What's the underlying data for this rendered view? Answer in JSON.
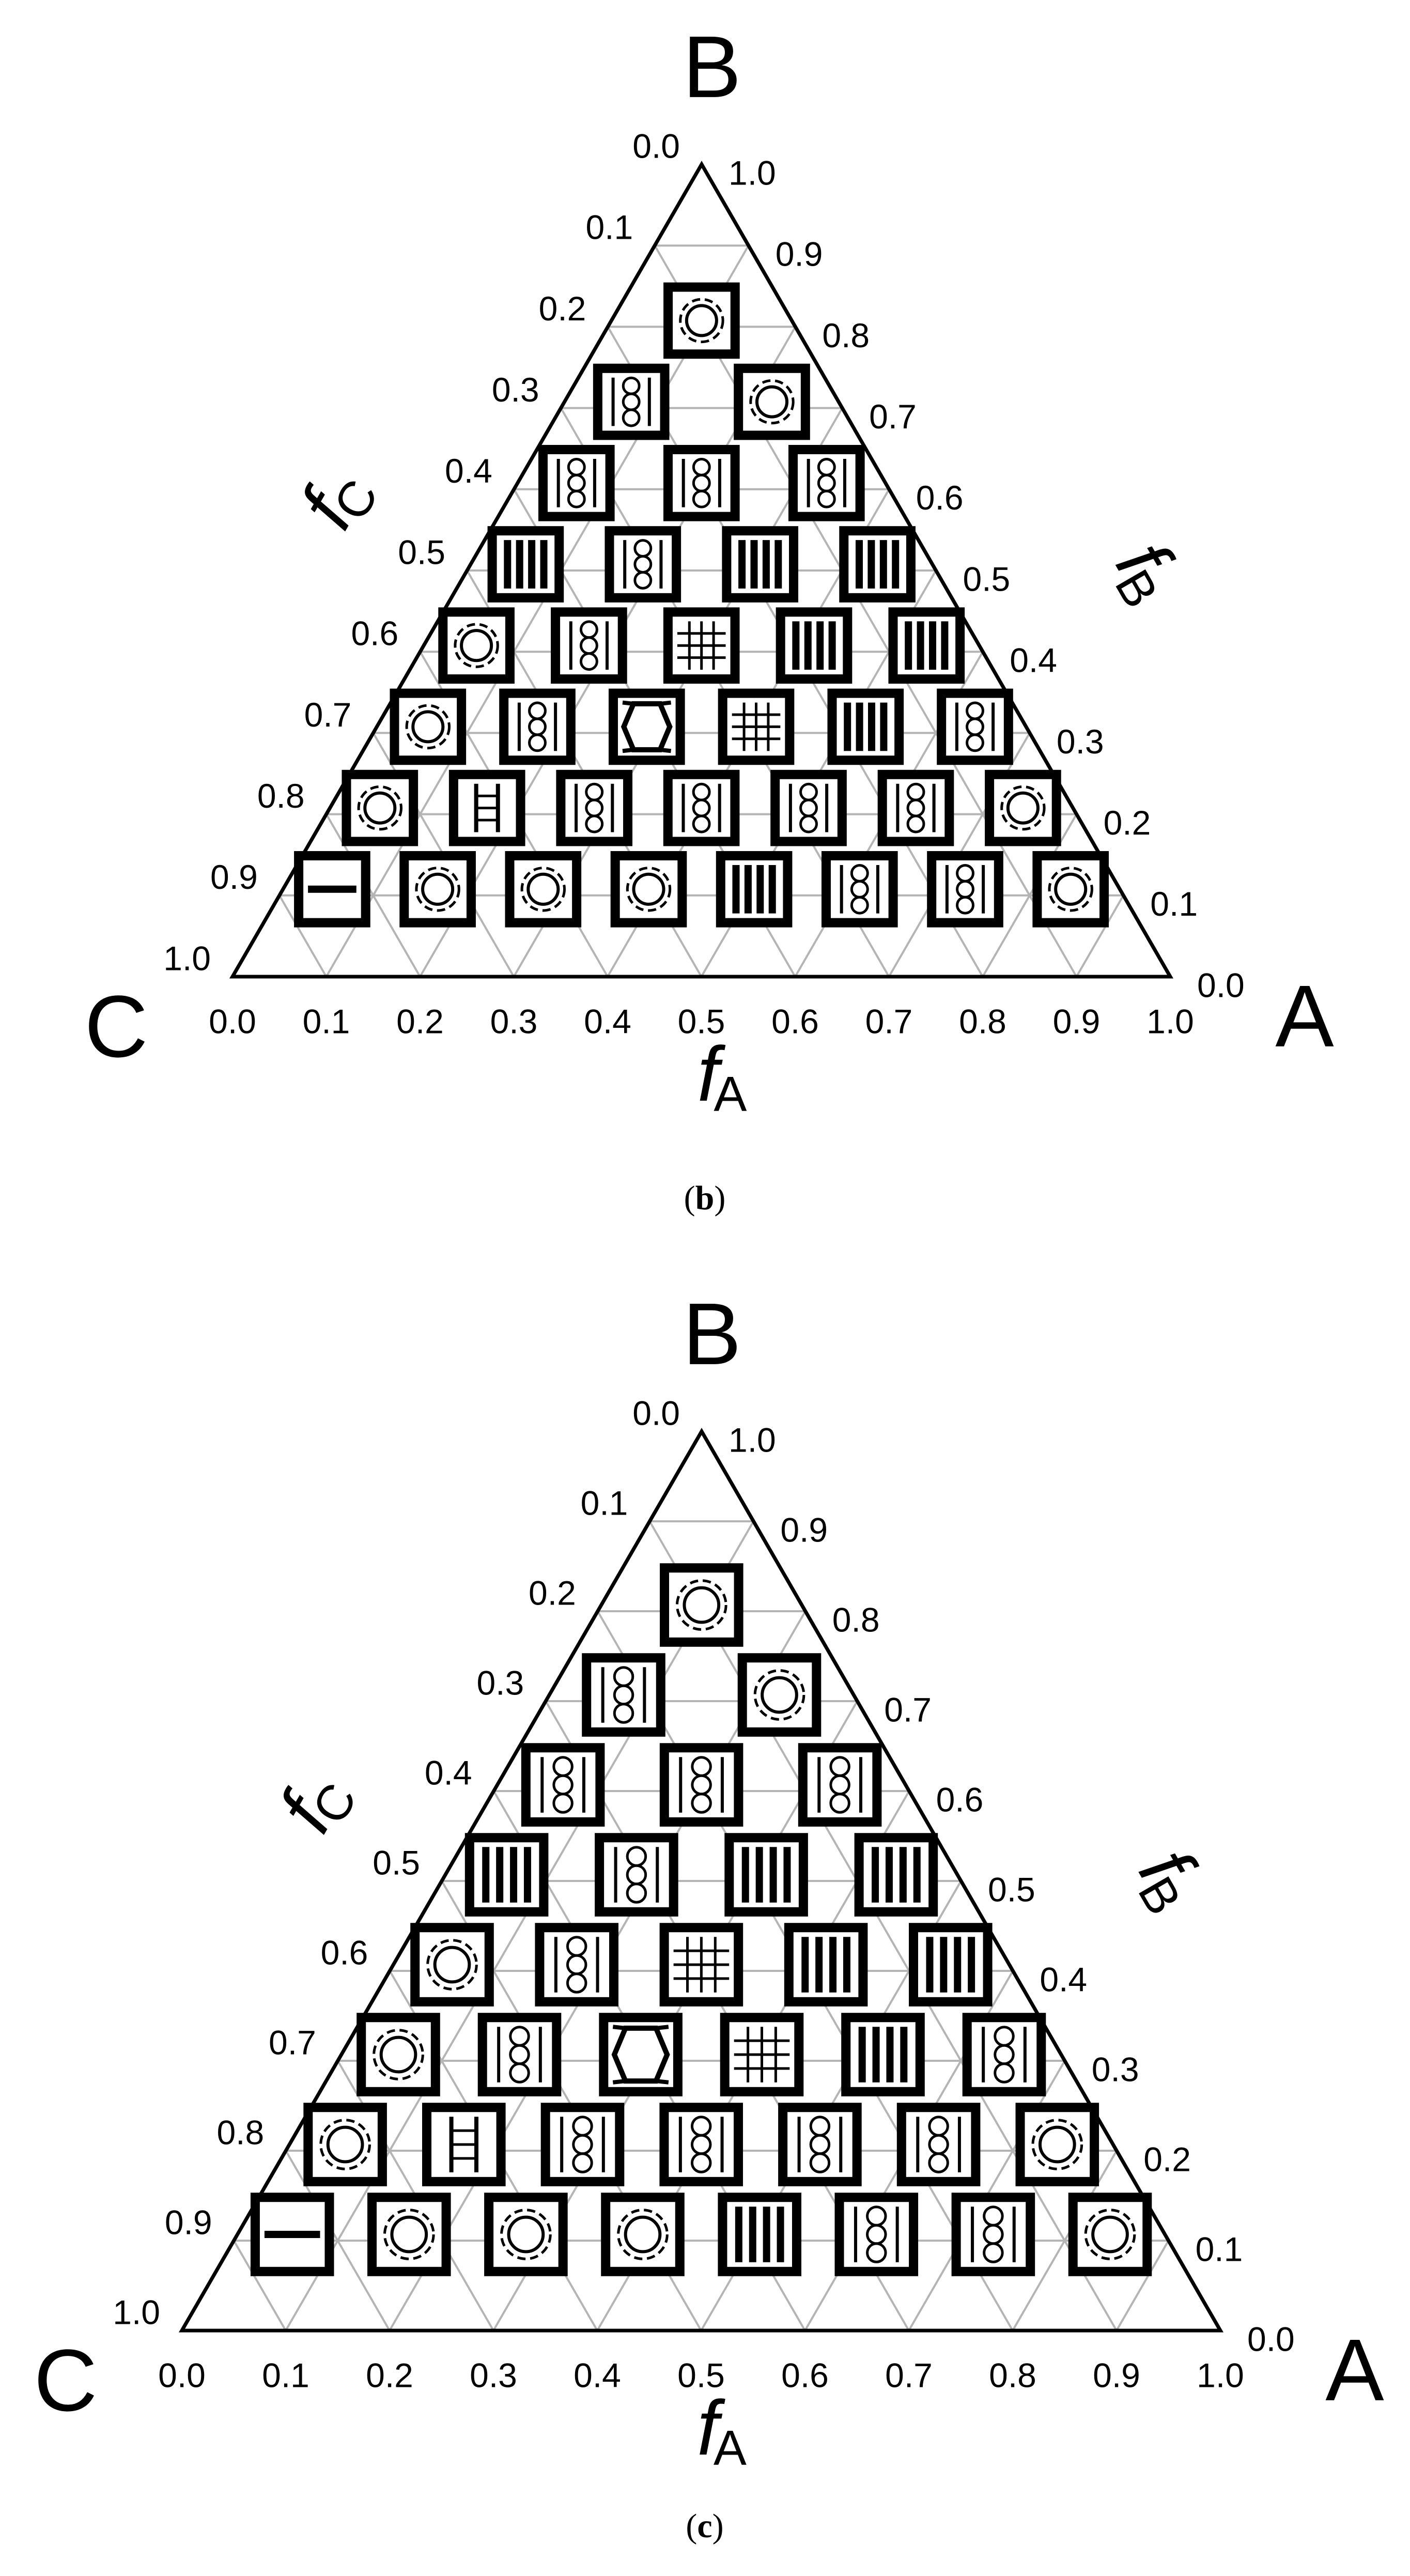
{
  "vertex_labels": {
    "top": "B",
    "left": "C",
    "right": "A"
  },
  "axis_titles": {
    "bottom": {
      "main": "f",
      "sub": "A"
    },
    "left": {
      "main": "f",
      "sub": "C"
    },
    "right": {
      "main": "f",
      "sub": "B"
    }
  },
  "ticks": [
    "0.0",
    "0.1",
    "0.2",
    "0.3",
    "0.4",
    "0.5",
    "0.6",
    "0.7",
    "0.8",
    "0.9",
    "1.0"
  ],
  "colors": {
    "line": "#000000",
    "grid": "#b4b4b4",
    "background": "#ffffff"
  },
  "legend_of_icons": {
    "sphere": "circle-in-box (spheres)",
    "cylinder": "stacked small circles (cylinders)",
    "lamella": "vertical bars (lamellae)",
    "lamella-h": "horizontal split (lamellae)",
    "gyroid": "grid (network)",
    "hex": "hexagon in box",
    "ladder": "ladder"
  },
  "panels": [
    {
      "caption_prefix": "(",
      "caption_letter": "b",
      "caption_suffix": ")",
      "rows": [
        [
          "sphere"
        ],
        [
          "cylinder",
          "sphere"
        ],
        [
          "cylinder",
          "cylinder",
          "cylinder"
        ],
        [
          "lamella",
          "cylinder",
          "lamella",
          "lamella"
        ],
        [
          "sphere",
          "cylinder",
          "gyroid",
          "lamella",
          "lamella"
        ],
        [
          "sphere",
          "cylinder",
          "hex",
          "gyroid",
          "lamella",
          "cylinder"
        ],
        [
          "sphere",
          "ladder",
          "cylinder",
          "cylinder",
          "cylinder",
          "cylinder",
          "sphere"
        ],
        [
          "lamella-h",
          "sphere",
          "sphere",
          "sphere",
          "lamella",
          "cylinder",
          "cylinder",
          "sphere"
        ]
      ]
    },
    {
      "caption_prefix": "(",
      "caption_letter": "c",
      "caption_suffix": ")",
      "rows": [
        [
          "sphere"
        ],
        [
          "cylinder",
          "sphere"
        ],
        [
          "cylinder",
          "cylinder",
          "cylinder"
        ],
        [
          "lamella",
          "cylinder",
          "lamella",
          "lamella"
        ],
        [
          "sphere",
          "cylinder",
          "gyroid",
          "lamella",
          "lamella"
        ],
        [
          "sphere",
          "cylinder",
          "hex",
          "gyroid",
          "lamella",
          "cylinder"
        ],
        [
          "sphere",
          "ladder",
          "cylinder",
          "cylinder",
          "cylinder",
          "cylinder",
          "sphere"
        ],
        [
          "lamella-h",
          "sphere",
          "sphere",
          "sphere",
          "lamella",
          "cylinder",
          "cylinder",
          "sphere"
        ]
      ]
    }
  ]
}
